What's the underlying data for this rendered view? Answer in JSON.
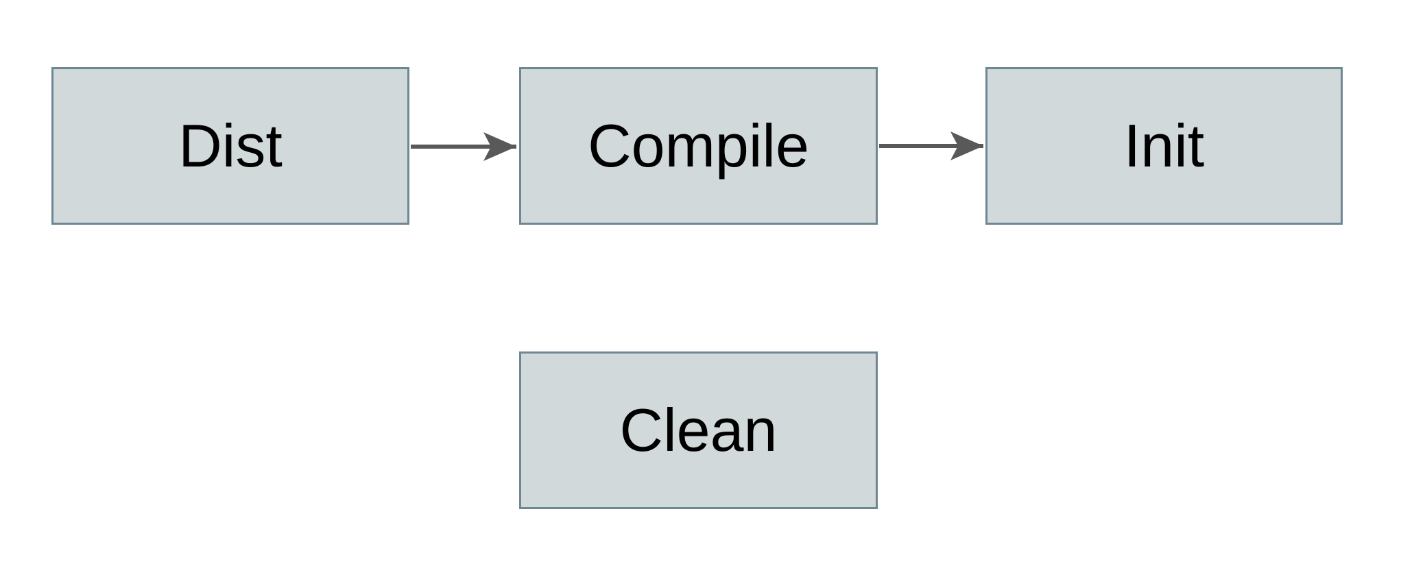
{
  "diagram": {
    "type": "flowchart",
    "background_color": "#ffffff",
    "node_fill_color": "#d2d9db",
    "node_border_color": "#6e8794",
    "arrow_color": "#595959",
    "text_color": "#000000",
    "nodes": [
      {
        "id": "dist",
        "label": "Dist"
      },
      {
        "id": "compile",
        "label": "Compile"
      },
      {
        "id": "init",
        "label": "Init"
      },
      {
        "id": "clean",
        "label": "Clean"
      }
    ],
    "edges": [
      {
        "from": "Dist",
        "to": "Compile",
        "direction": "right"
      },
      {
        "from": "Compile",
        "to": "Init",
        "direction": "right"
      }
    ]
  }
}
